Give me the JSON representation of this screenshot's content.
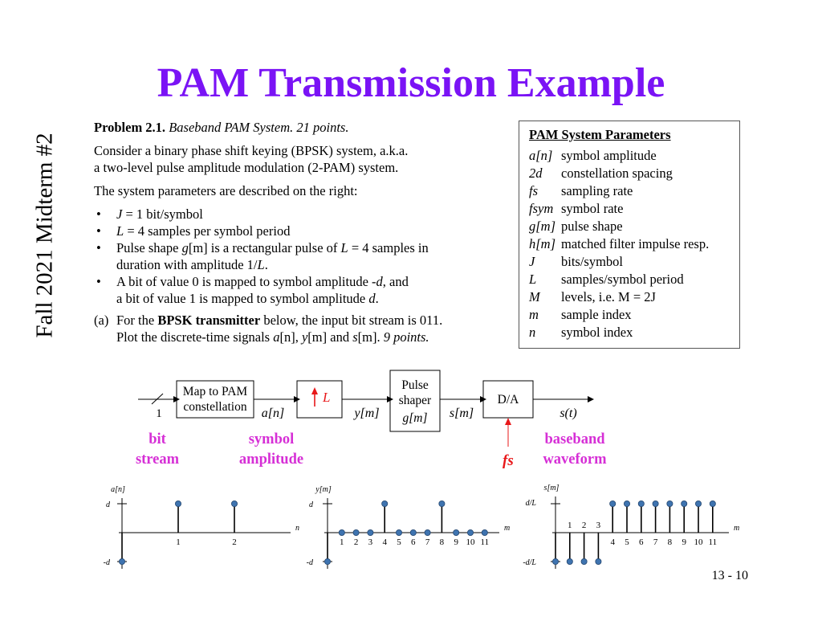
{
  "side_label": "Fall 2021 Midterm #2",
  "title": "PAM Transmission Example",
  "problem": {
    "label": "Problem 2.1.",
    "heading": "Baseband PAM System.",
    "points": "21 points.",
    "intro_line1": "Consider a binary phase shift keying (BPSK) system, a.k.a.",
    "intro_line2": "a two-level pulse amplitude modulation (2-PAM) system.",
    "params_intro": "The system parameters are described on the right:",
    "b1_sym": "J",
    "b1_rest": " = 1 bit/symbol",
    "b2_sym": "L",
    "b2_rest": " = 4 samples per symbol period",
    "b3_a": "Pulse shape ",
    "b3_g": "g",
    "b3_m": "[m]",
    "b3_b": " is a rectangular pulse of ",
    "b3_L": "L",
    "b3_c": " = 4 samples in",
    "b3_line2a": "duration with amplitude 1/",
    "b3_line2L": "L",
    "b3_line2c": ".",
    "b4_a": "A bit of value 0 is mapped to symbol amplitude ",
    "b4_d": "-d",
    "b4_b": ", and",
    "b4_line2a": "a bit of value 1 is mapped to symbol amplitude ",
    "b4_line2d": "d",
    "b4_line2c": ".",
    "part_label": "(a)",
    "part_a1": "For the ",
    "part_bold": "BPSK transmitter",
    "part_a2": " below, the input bit stream is 011.",
    "part_line2a": "Plot the discrete-time signals ",
    "part_sig1": "a",
    "part_sig1b": "[n]",
    "part_comma1": ", ",
    "part_sig2": "y",
    "part_sig2b": "[m]",
    "part_and": " and ",
    "part_sig3": "s",
    "part_sig3b": "[m]",
    "part_dot": ". ",
    "part_points": "9 points."
  },
  "params_box": {
    "heading": "PAM System Parameters",
    "rows": [
      {
        "sym": "a[n]",
        "desc": "symbol amplitude"
      },
      {
        "sym": "2d",
        "desc": "constellation spacing"
      },
      {
        "sym": "fs",
        "desc": "sampling rate"
      },
      {
        "sym": "fsym",
        "desc": "symbol rate"
      },
      {
        "sym": "g[m]",
        "desc": "pulse shape"
      },
      {
        "sym": "h[m]",
        "desc": "matched filter impulse resp."
      },
      {
        "sym": "J",
        "desc": "bits/symbol"
      },
      {
        "sym": "L",
        "desc": "samples/symbol period"
      },
      {
        "sym": "M",
        "desc": "levels, i.e. M = 2J"
      },
      {
        "sym": "m",
        "desc": "sample index"
      },
      {
        "sym": "n",
        "desc": "symbol index"
      }
    ]
  },
  "block_diagram": {
    "input_width": "1",
    "map_line1": "Map to PAM",
    "map_line2": "constellation",
    "sig_a": "a[n]",
    "up_label": "L",
    "sig_y": "y[m]",
    "pulse_line1": "Pulse",
    "pulse_line2": "shaper",
    "pulse_line3": "g[m]",
    "sig_s": "s[m]",
    "da_label": "D/A",
    "sig_out": "s(t)",
    "fs_label": "fs",
    "caption_bit1": "bit",
    "caption_bit2": "stream",
    "caption_sym1": "symbol",
    "caption_sym2": "amplitude",
    "caption_base1": "baseband",
    "caption_base2": "waveform",
    "caption_color": "#d62fd6",
    "fs_color": "#e8181a"
  },
  "chart_data": [
    {
      "type": "stem",
      "ylabel": "a[n]",
      "xlabel": "n",
      "y_ticks": [
        "d",
        "-d"
      ],
      "x_ticks": [
        "1",
        "2"
      ],
      "x": [
        0,
        1,
        2
      ],
      "y": [
        -1,
        1,
        1
      ]
    },
    {
      "type": "stem",
      "ylabel": "y[m]",
      "xlabel": "m",
      "y_ticks": [
        "d",
        "-d"
      ],
      "x_ticks": [
        "1",
        "2",
        "3",
        "4",
        "5",
        "6",
        "7",
        "8",
        "9",
        "10",
        "11"
      ],
      "x": [
        0,
        1,
        2,
        3,
        4,
        5,
        6,
        7,
        8,
        9,
        10,
        11
      ],
      "y": [
        -1,
        0,
        0,
        0,
        1,
        0,
        0,
        0,
        1,
        0,
        0,
        0
      ]
    },
    {
      "type": "stem",
      "ylabel": "s[m]",
      "xlabel": "m",
      "y_ticks": [
        "d/L",
        "-d/L"
      ],
      "x_ticks": [
        "1",
        "2",
        "3",
        "4",
        "5",
        "6",
        "7",
        "8",
        "9",
        "10",
        "11"
      ],
      "x": [
        0,
        1,
        2,
        3,
        4,
        5,
        6,
        7,
        8,
        9,
        10,
        11
      ],
      "y": [
        -1,
        -1,
        -1,
        -1,
        1,
        1,
        1,
        1,
        1,
        1,
        1,
        1
      ]
    }
  ],
  "page_number": "13 - 10"
}
